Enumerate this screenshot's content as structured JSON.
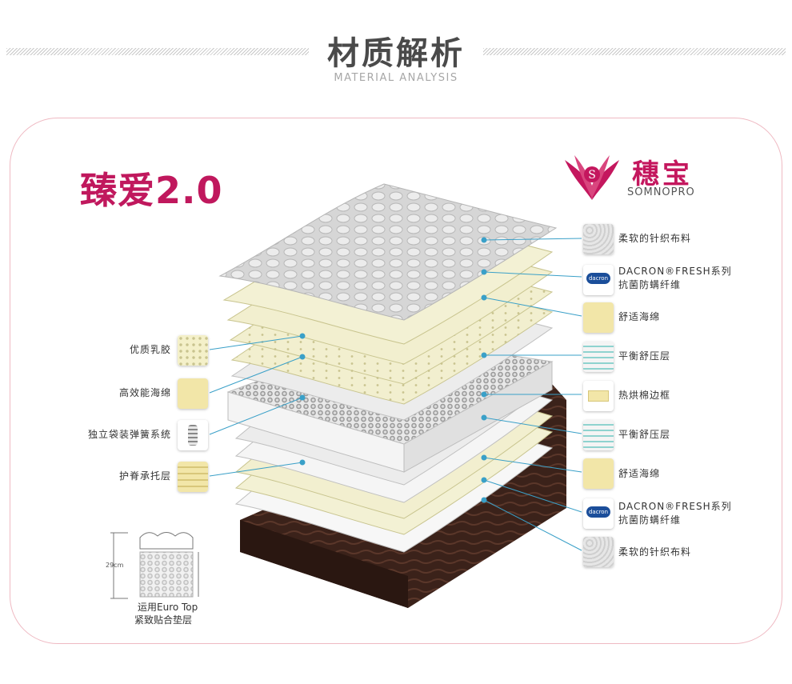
{
  "header": {
    "title": "材质解析",
    "subtitle": "MATERIAL ANALYSIS"
  },
  "product": {
    "name": "臻爱2.0"
  },
  "brand": {
    "name": "穗宝",
    "sub": "SOMNOPRO"
  },
  "right_labels": [
    {
      "line1": "柔软的针织布料",
      "line2": "",
      "icon": "knit-fabric-icon"
    },
    {
      "line1": "DACRON®FRESH系列",
      "line2": "抗菌防螨纤维",
      "icon": "dacron-icon"
    },
    {
      "line1": "舒适海绵",
      "line2": "",
      "icon": "sponge-icon"
    },
    {
      "line1": "平衡舒压层",
      "line2": "",
      "icon": "pressure-layer-icon"
    },
    {
      "line1": "热烘棉边框",
      "line2": "",
      "icon": "cotton-frame-icon"
    },
    {
      "line1": "平衡舒压层",
      "line2": "",
      "icon": "pressure-layer-icon"
    },
    {
      "line1": "舒适海绵",
      "line2": "",
      "icon": "sponge-icon"
    },
    {
      "line1": "DACRON®FRESH系列",
      "line2": "抗菌防螨纤维",
      "icon": "dacron-icon"
    },
    {
      "line1": "柔软的针织布料",
      "line2": "",
      "icon": "knit-fabric-icon"
    }
  ],
  "left_labels": [
    {
      "text": "优质乳胶",
      "icon": "latex-icon"
    },
    {
      "text": "高效能海绵",
      "icon": "foam-icon"
    },
    {
      "text": "独立袋装弹簧系统",
      "icon": "spring-icon"
    },
    {
      "text": "护脊承托层",
      "icon": "support-layer-icon"
    }
  ],
  "diagram": {
    "measure": "29cm",
    "caption_line1": "运用Euro Top",
    "caption_line2": "紧致贴合垫层"
  },
  "colors": {
    "accent": "#c0185d",
    "callout": "#3aa0c8",
    "border": "#efb9c2",
    "base": "#3b221a"
  }
}
